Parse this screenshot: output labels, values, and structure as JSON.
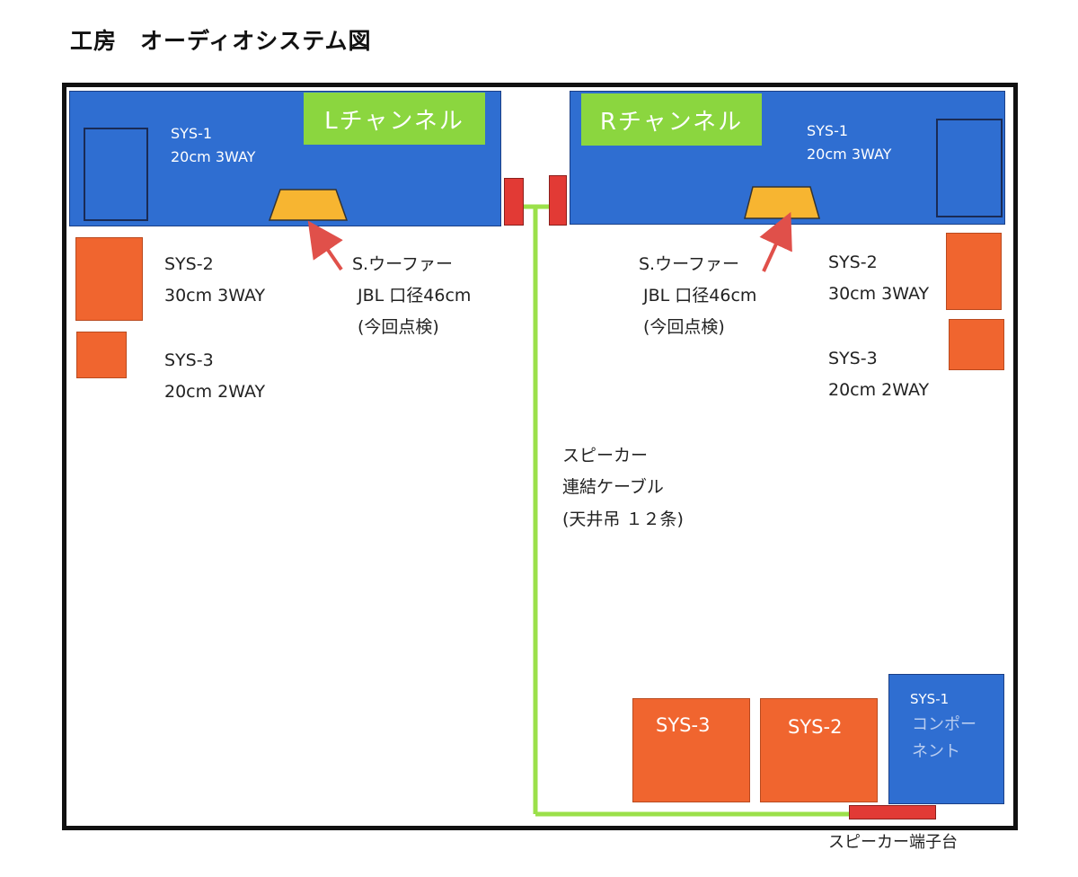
{
  "title": "工房　オーディオシステム図",
  "left": {
    "channel": "Lチャンネル",
    "sys1_name": "SYS-1",
    "sys1_spec": "20cm 3WAY",
    "sys2_name": "SYS-2",
    "sys2_spec": "30cm 3WAY",
    "sys3_name": "SYS-3",
    "sys3_spec": "20cm 2WAY",
    "woofer_line1": "S.ウーファー",
    "woofer_line2": "JBL 口径46cm",
    "woofer_line3": "(今回点検)"
  },
  "right": {
    "channel": "Rチャンネル",
    "sys1_name": "SYS-1",
    "sys1_spec": "20cm 3WAY",
    "sys2_name": "SYS-2",
    "sys2_spec": "30cm 3WAY",
    "sys3_name": "SYS-3",
    "sys3_spec": "20cm 2WAY",
    "woofer_line1": "S.ウーファー",
    "woofer_line2": "JBL 口径46cm",
    "woofer_line3": "(今回点検)"
  },
  "cable": {
    "line1": "スピーカー",
    "line2": "連結ケーブル",
    "line3": "(天井吊 １２条)"
  },
  "bottom": {
    "sys3": "SYS-3",
    "sys2": "SYS-2",
    "sys1_name": "SYS-1",
    "sys1_line1": "コンポー",
    "sys1_line2": "ネント",
    "terminal": "スピーカー端子台"
  },
  "colors": {
    "blue": "#2f6ed1",
    "orange": "#f0652f",
    "green": "#8bd63f",
    "yellow": "#f7b531",
    "red": "#e23a35",
    "cable": "#9be04a"
  }
}
